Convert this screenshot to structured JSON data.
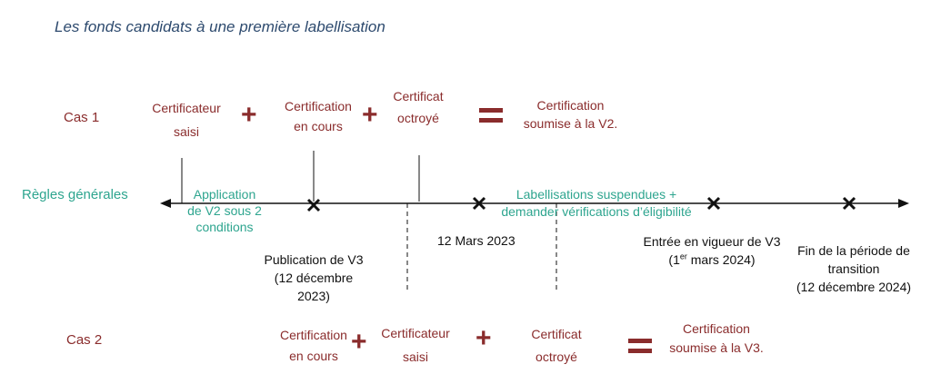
{
  "title": "Les fonds candidats à une première labellisation",
  "rows": {
    "cas1": "Cas 1",
    "regles": "Règles générales",
    "cas2": "Cas 2"
  },
  "cas1": {
    "term1": [
      "Certificateur",
      "saisi"
    ],
    "term2": [
      "Certification",
      "en cours"
    ],
    "term3": [
      "Certificat",
      "octroyé"
    ],
    "result": [
      "Certification",
      "soumise à la V2."
    ]
  },
  "cas2": {
    "term1": [
      "Certification",
      "en cours"
    ],
    "term2": [
      "Certificateur",
      "saisi"
    ],
    "term3": [
      "Certificat",
      "octroyé"
    ],
    "result": [
      "Certification",
      "soumise à la V3."
    ]
  },
  "phases": {
    "v2": [
      "Application",
      "de V2 sous 2",
      "conditions"
    ],
    "suspended": [
      "Labellisations suspendues +",
      "demander vérifications d’éligibilité"
    ]
  },
  "milestones": {
    "v3_publication": [
      "Publication de V3",
      "(12 décembre",
      "2023)"
    ],
    "march_2023": "12 Mars 2023",
    "v3_entry_a": "Entrée en vigueur de V3",
    "v3_entry_day": "(1",
    "v3_entry_sup": "er",
    "v3_entry_b": " mars 2024)",
    "transition_end": [
      "Fin de la période de",
      "transition",
      "(12 décembre 2024)"
    ]
  },
  "symbols": {
    "plus": "+"
  },
  "colors": {
    "red": "#8a2c2c",
    "green": "#2ea58f",
    "title": "#2d4a6e"
  }
}
